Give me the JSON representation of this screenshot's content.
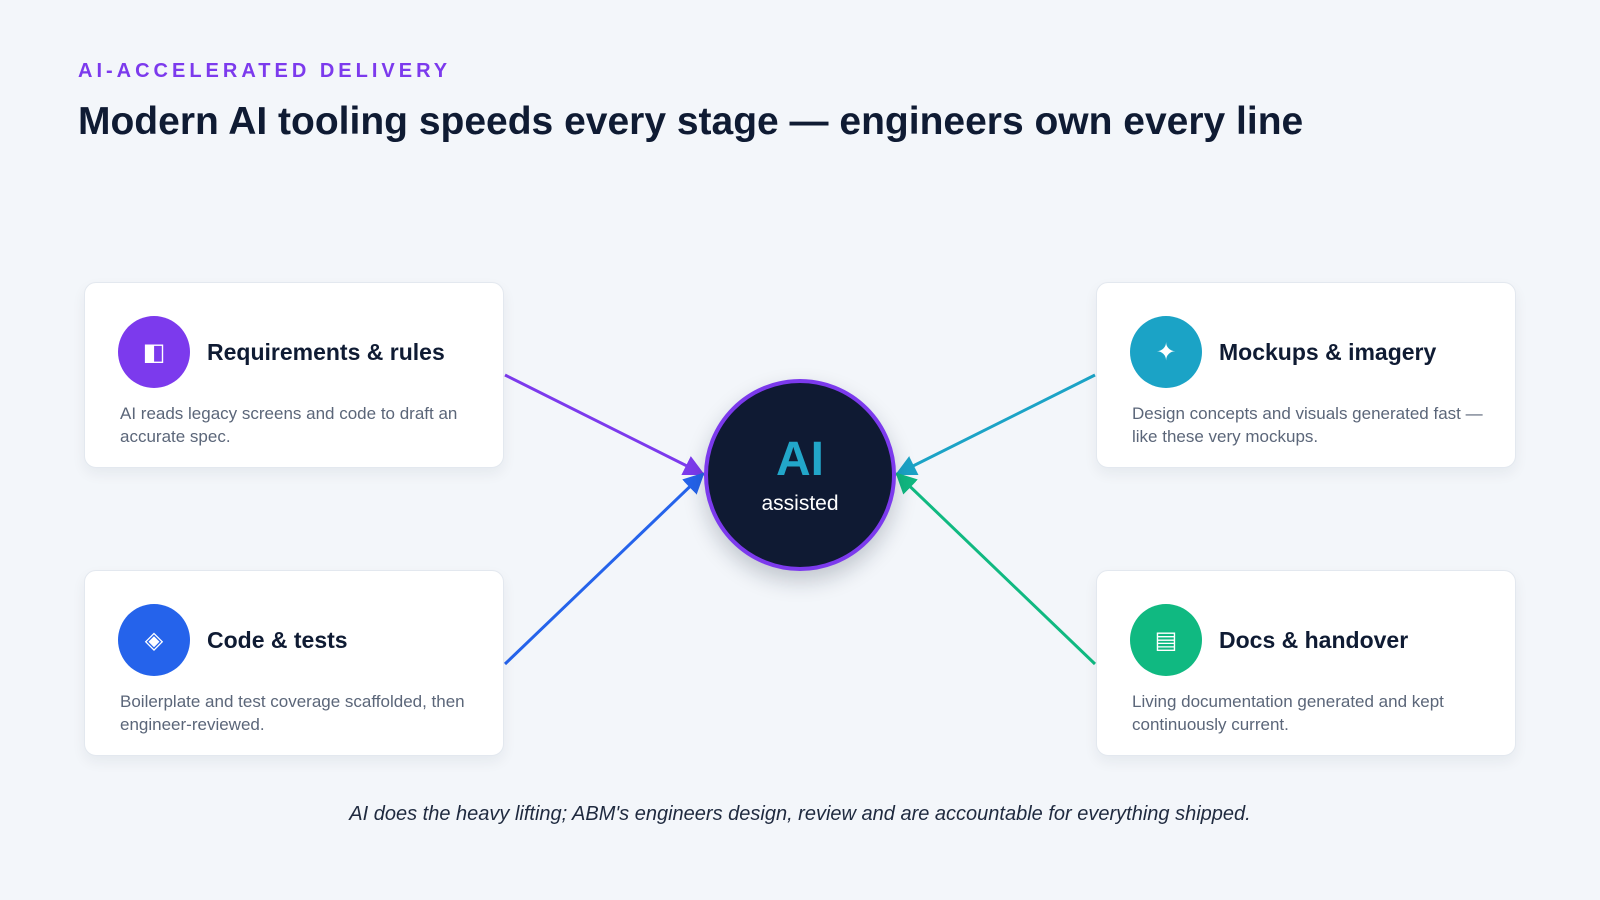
{
  "header": {
    "eyebrow": "AI-ACCELERATED DELIVERY",
    "title": "Modern AI tooling speeds every stage — engineers own every line"
  },
  "hub": {
    "main": "AI",
    "sub": "assisted",
    "border_color": "#7c3aed",
    "fill_color": "#0f1a33"
  },
  "cards": [
    {
      "title": "Requirements & rules",
      "desc": "AI reads legacy screens and code to draft an accurate spec.",
      "icon": "document-panel-icon",
      "glyph": "◧",
      "color": "#7c3aed"
    },
    {
      "title": "Code & tests",
      "desc": "Boilerplate and test coverage scaffolded, then engineer-reviewed.",
      "icon": "diamond-code-icon",
      "glyph": "◈",
      "color": "#2563eb"
    },
    {
      "title": "Mockups & imagery",
      "desc": "Design concepts and visuals generated fast — like these very mockups.",
      "icon": "sparkle-icon",
      "glyph": "✦",
      "color": "#1ba3c6"
    },
    {
      "title": "Docs & handover",
      "desc": "Living documentation generated and kept continuously current.",
      "icon": "document-lines-icon",
      "glyph": "▤",
      "color": "#10b981"
    }
  ],
  "footer": "AI does the heavy lifting; ABM's engineers design, review and are accountable for everything shipped."
}
